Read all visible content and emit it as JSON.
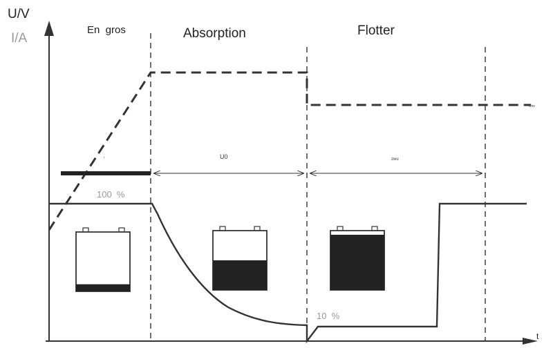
{
  "axes": {
    "y_label_voltage": "U/V",
    "y_label_current": "I/A",
    "x_label": "t"
  },
  "phases": [
    {
      "label": "En  gros"
    },
    {
      "label": "Absorption"
    },
    {
      "label": "Flotter"
    }
  ],
  "interval_labels": {
    "bulk": "'",
    "absorption": "U0",
    "float": "zwu",
    "float_voltage": "Uov"
  },
  "current_labels": {
    "full": "100  %",
    "end_absorption": "10  %"
  },
  "battery_fill_levels": [
    0.12,
    0.5,
    0.93
  ],
  "colors": {
    "line": "#333333",
    "grey_text": "#9a9a9a",
    "battery_fill": "#222222"
  }
}
